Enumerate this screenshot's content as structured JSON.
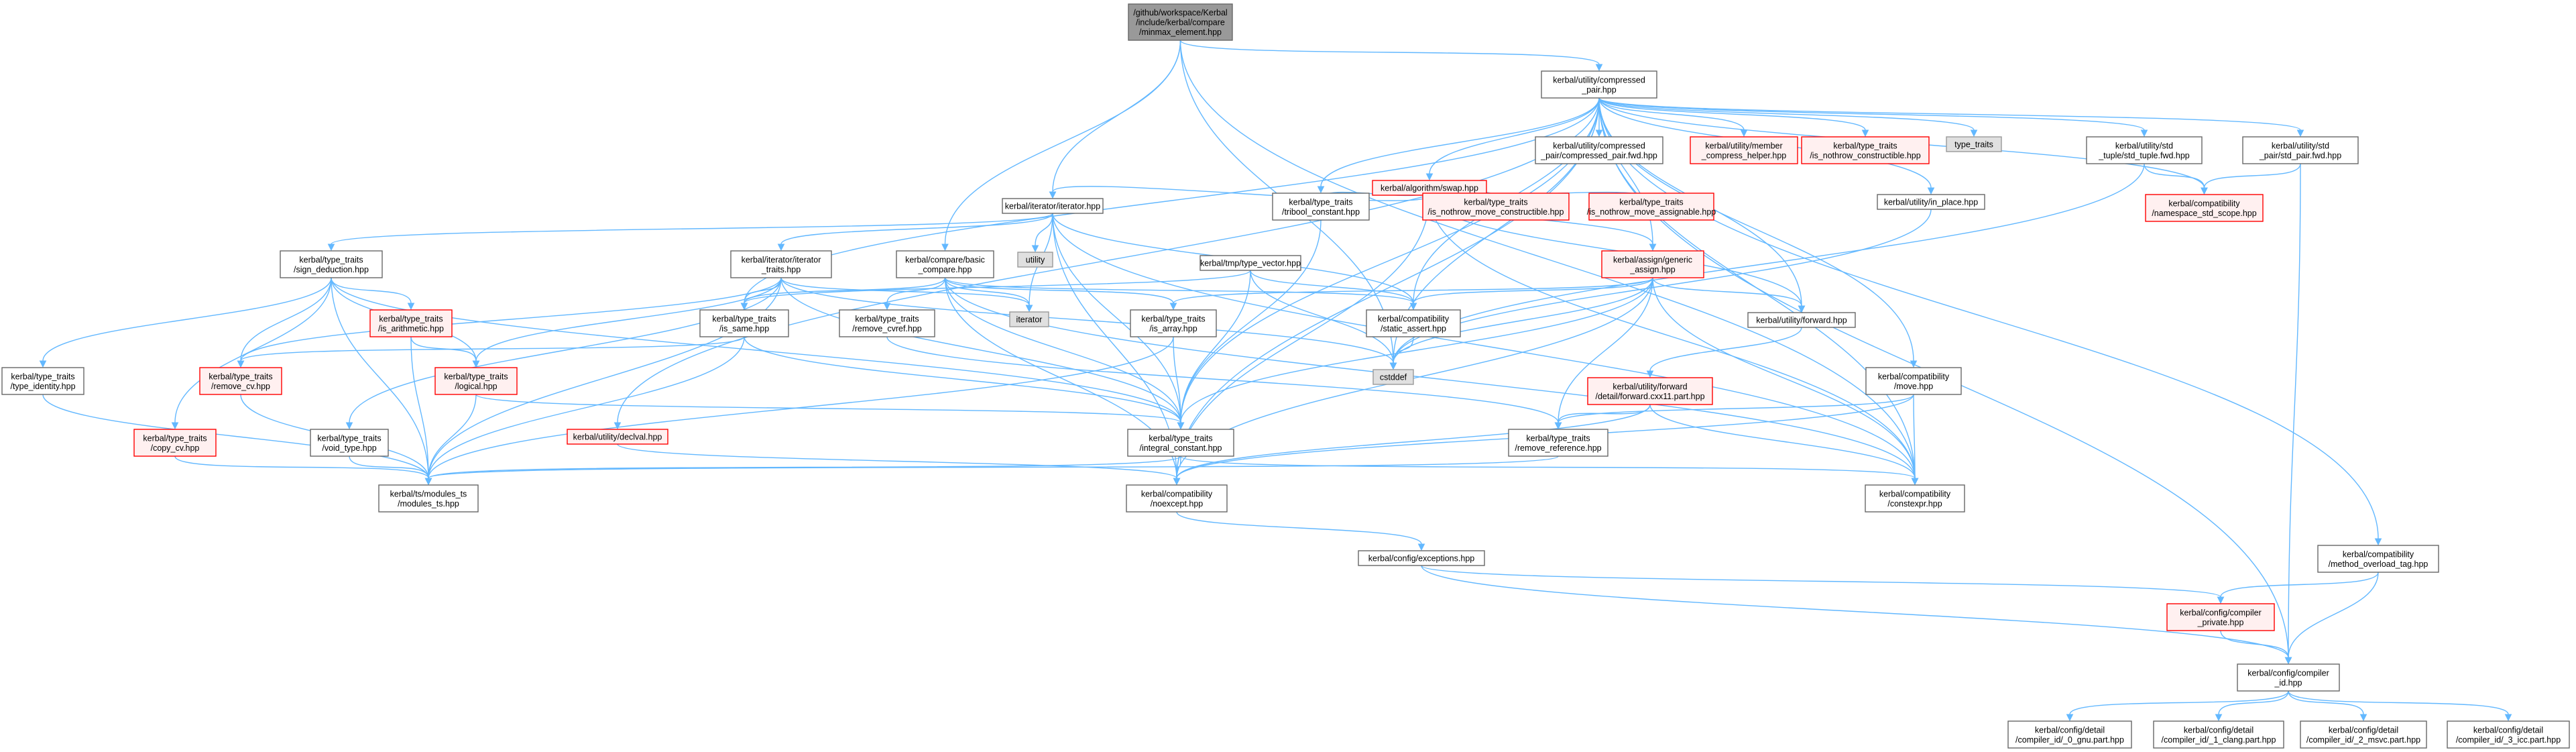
{
  "colors": {
    "edge": "#63b8ff",
    "root_fill": "#999999",
    "normal_stroke": "#666666",
    "red_stroke": "#ff0000",
    "red_fill": "#fff0f0",
    "gray_fill": "#e0e0e0",
    "gray_stroke": "#999999"
  },
  "nodes": [
    {
      "id": "root",
      "style": "root",
      "lines": [
        "/github/workspace/Kerbal",
        "/include/kerbal/compare",
        "/minmax_element.hpp"
      ]
    },
    {
      "id": "cpair",
      "style": "normal",
      "lines": [
        "kerbal/utility/compressed",
        "_pair.hpp"
      ]
    },
    {
      "id": "swap",
      "style": "red",
      "lines": [
        "kerbal/algorithm/swap.hpp"
      ]
    },
    {
      "id": "cpairfwd",
      "style": "normal",
      "lines": [
        "kerbal/utility/compressed",
        "_pair/compressed_pair.fwd.hpp"
      ]
    },
    {
      "id": "mch",
      "style": "red",
      "lines": [
        "kerbal/utility/member",
        "_compress_helper.hpp"
      ]
    },
    {
      "id": "isnothrowcons",
      "style": "red",
      "lines": [
        "kerbal/type_traits",
        "/is_nothrow_constructible.hpp"
      ]
    },
    {
      "id": "type_traits",
      "style": "gray",
      "lines": [
        "type_traits"
      ]
    },
    {
      "id": "tuplefwd",
      "style": "normal",
      "lines": [
        "kerbal/utility/std",
        "_tuple/std_tuple.fwd.hpp"
      ]
    },
    {
      "id": "pairfwd",
      "style": "normal",
      "lines": [
        "kerbal/utility/std",
        "_pair/std_pair.fwd.hpp"
      ]
    },
    {
      "id": "iterator",
      "style": "normal",
      "lines": [
        "kerbal/iterator/iterator.hpp"
      ]
    },
    {
      "id": "tribool",
      "style": "normal",
      "lines": [
        "kerbal/type_traits",
        "/tribool_constant.hpp"
      ]
    },
    {
      "id": "isnothrowmovec",
      "style": "red",
      "lines": [
        "kerbal/type_traits",
        "/is_nothrow_move_constructible.hpp"
      ]
    },
    {
      "id": "isnothrowmovea",
      "style": "red",
      "lines": [
        "kerbal/type_traits",
        "/is_nothrow_move_assignable.hpp"
      ]
    },
    {
      "id": "inplace",
      "style": "normal",
      "lines": [
        "kerbal/utility/in_place.hpp"
      ]
    },
    {
      "id": "nsscope",
      "style": "red",
      "lines": [
        "kerbal/compatibility",
        "/namespace_std_scope.hpp"
      ]
    },
    {
      "id": "signded",
      "style": "normal",
      "lines": [
        "kerbal/type_traits",
        "/sign_deduction.hpp"
      ]
    },
    {
      "id": "ittraits",
      "style": "normal",
      "lines": [
        "kerbal/iterator/iterator",
        "_traits.hpp"
      ]
    },
    {
      "id": "basiccmp",
      "style": "normal",
      "lines": [
        "kerbal/compare/basic",
        "_compare.hpp"
      ]
    },
    {
      "id": "utility",
      "style": "gray",
      "lines": [
        "utility"
      ]
    },
    {
      "id": "typevector",
      "style": "normal",
      "lines": [
        "kerbal/tmp/type_vector.hpp"
      ]
    },
    {
      "id": "genassign",
      "style": "red",
      "lines": [
        "kerbal/assign/generic",
        "_assign.hpp"
      ]
    },
    {
      "id": "isarith",
      "style": "red",
      "lines": [
        "kerbal/type_traits",
        "/is_arithmetic.hpp"
      ]
    },
    {
      "id": "issame",
      "style": "normal",
      "lines": [
        "kerbal/type_traits",
        "/is_same.hpp"
      ]
    },
    {
      "id": "removecvref",
      "style": "normal",
      "lines": [
        "kerbal/type_traits",
        "/remove_cvref.hpp"
      ]
    },
    {
      "id": "iteratorstd",
      "style": "gray",
      "lines": [
        "iterator"
      ]
    },
    {
      "id": "isarray",
      "style": "normal",
      "lines": [
        "kerbal/type_traits",
        "/is_array.hpp"
      ]
    },
    {
      "id": "staticassert",
      "style": "normal",
      "lines": [
        "kerbal/compatibility",
        "/static_assert.hpp"
      ]
    },
    {
      "id": "forward",
      "style": "normal",
      "lines": [
        "kerbal/utility/forward.hpp"
      ]
    },
    {
      "id": "typeidentity",
      "style": "normal",
      "lines": [
        "kerbal/type_traits",
        "/type_identity.hpp"
      ]
    },
    {
      "id": "removecv",
      "style": "red",
      "lines": [
        "kerbal/type_traits",
        "/remove_cv.hpp"
      ]
    },
    {
      "id": "logical",
      "style": "red",
      "lines": [
        "kerbal/type_traits",
        "/logical.hpp"
      ]
    },
    {
      "id": "cstddef",
      "style": "gray",
      "lines": [
        "cstddef"
      ]
    },
    {
      "id": "fwdcxx11",
      "style": "red",
      "lines": [
        "kerbal/utility/forward",
        "/detail/forward.cxx11.part.hpp"
      ]
    },
    {
      "id": "move",
      "style": "normal",
      "lines": [
        "kerbal/compatibility",
        "/move.hpp"
      ]
    },
    {
      "id": "copycv",
      "style": "red",
      "lines": [
        "kerbal/type_traits",
        "/copy_cv.hpp"
      ]
    },
    {
      "id": "voidtype",
      "style": "normal",
      "lines": [
        "kerbal/type_traits",
        "/void_type.hpp"
      ]
    },
    {
      "id": "declval",
      "style": "red",
      "lines": [
        "kerbal/utility/declval.hpp"
      ]
    },
    {
      "id": "intconst",
      "style": "normal",
      "lines": [
        "kerbal/type_traits",
        "/integral_constant.hpp"
      ]
    },
    {
      "id": "removeref",
      "style": "normal",
      "lines": [
        "kerbal/type_traits",
        "/remove_reference.hpp"
      ]
    },
    {
      "id": "modulests",
      "style": "normal",
      "lines": [
        "kerbal/ts/modules_ts",
        "/modules_ts.hpp"
      ]
    },
    {
      "id": "noexcept",
      "style": "normal",
      "lines": [
        "kerbal/compatibility",
        "/noexcept.hpp"
      ]
    },
    {
      "id": "constexpr",
      "style": "normal",
      "lines": [
        "kerbal/compatibility",
        "/constexpr.hpp"
      ]
    },
    {
      "id": "exceptions",
      "style": "normal",
      "lines": [
        "kerbal/config/exceptions.hpp"
      ]
    },
    {
      "id": "methodoverload",
      "style": "normal",
      "lines": [
        "kerbal/compatibility",
        "/method_overload_tag.hpp"
      ]
    },
    {
      "id": "compilerpriv",
      "style": "red",
      "lines": [
        "kerbal/config/compiler",
        "_private.hpp"
      ]
    },
    {
      "id": "compilerid",
      "style": "normal",
      "lines": [
        "kerbal/config/compiler",
        "_id.hpp"
      ]
    },
    {
      "id": "cid0",
      "style": "normal",
      "lines": [
        "kerbal/config/detail",
        "/compiler_id/_0_gnu.part.hpp"
      ]
    },
    {
      "id": "cid1",
      "style": "normal",
      "lines": [
        "kerbal/config/detail",
        "/compiler_id/_1_clang.part.hpp"
      ]
    },
    {
      "id": "cid2",
      "style": "normal",
      "lines": [
        "kerbal/config/detail",
        "/compiler_id/_2_msvc.part.hpp"
      ]
    },
    {
      "id": "cid3",
      "style": "normal",
      "lines": [
        "kerbal/config/detail",
        "/compiler_id/_3_icc.part.hpp"
      ]
    }
  ],
  "edges": [
    [
      "root",
      "cpair"
    ],
    [
      "root",
      "basiccmp"
    ],
    [
      "root",
      "iterator"
    ],
    [
      "root",
      "cstddef"
    ],
    [
      "root",
      "constexpr"
    ],
    [
      "cpair",
      "swap"
    ],
    [
      "cpair",
      "cpairfwd"
    ],
    [
      "cpair",
      "mch"
    ],
    [
      "cpair",
      "isnothrowcons"
    ],
    [
      "cpair",
      "type_traits"
    ],
    [
      "cpair",
      "tuplefwd"
    ],
    [
      "cpair",
      "pairfwd"
    ],
    [
      "cpair",
      "tribool"
    ],
    [
      "cpair",
      "issame"
    ],
    [
      "cpair",
      "staticassert"
    ],
    [
      "cpair",
      "forward"
    ],
    [
      "cpair",
      "inplace"
    ],
    [
      "cpair",
      "nsscope"
    ],
    [
      "cpair",
      "move"
    ],
    [
      "cpair",
      "noexcept"
    ],
    [
      "cpair",
      "constexpr"
    ],
    [
      "cpair",
      "declval"
    ],
    [
      "cpair",
      "methodoverload"
    ],
    [
      "cpair",
      "compilerid"
    ],
    [
      "cpair",
      "intconst"
    ],
    [
      "cpair",
      "cstddef"
    ],
    [
      "cpair",
      "genassign"
    ],
    [
      "swap",
      "iterator"
    ],
    [
      "swap",
      "tribool"
    ],
    [
      "swap",
      "isnothrowmovec"
    ],
    [
      "swap",
      "isnothrowmovea"
    ],
    [
      "swap",
      "genassign"
    ],
    [
      "swap",
      "noexcept"
    ],
    [
      "swap",
      "constexpr"
    ],
    [
      "swap",
      "forward"
    ],
    [
      "tuplefwd",
      "nsscope"
    ],
    [
      "tuplefwd",
      "cstddef"
    ],
    [
      "pairfwd",
      "nsscope"
    ],
    [
      "pairfwd",
      "compilerid"
    ],
    [
      "iterator",
      "signded"
    ],
    [
      "iterator",
      "ittraits"
    ],
    [
      "iterator",
      "utility"
    ],
    [
      "iterator",
      "iteratorstd"
    ],
    [
      "iterator",
      "intconst"
    ],
    [
      "iterator",
      "staticassert"
    ],
    [
      "iterator",
      "noexcept"
    ],
    [
      "iterator",
      "constexpr"
    ],
    [
      "tribool",
      "intconst"
    ],
    [
      "inplace",
      "cstddef"
    ],
    [
      "signded",
      "typeidentity"
    ],
    [
      "signded",
      "isarith"
    ],
    [
      "signded",
      "removecv"
    ],
    [
      "signded",
      "logical"
    ],
    [
      "signded",
      "intconst"
    ],
    [
      "signded",
      "modulests"
    ],
    [
      "signded",
      "copycv"
    ],
    [
      "ittraits",
      "issame"
    ],
    [
      "ittraits",
      "removecv"
    ],
    [
      "ittraits",
      "logical"
    ],
    [
      "ittraits",
      "voidtype"
    ],
    [
      "ittraits",
      "iteratorstd"
    ],
    [
      "ittraits",
      "intconst"
    ],
    [
      "ittraits",
      "cstddef"
    ],
    [
      "ittraits",
      "modulests"
    ],
    [
      "basiccmp",
      "issame"
    ],
    [
      "basiccmp",
      "removecvref"
    ],
    [
      "basiccmp",
      "iteratorstd"
    ],
    [
      "basiccmp",
      "isarray"
    ],
    [
      "basiccmp",
      "staticassert"
    ],
    [
      "basiccmp",
      "noexcept"
    ],
    [
      "basiccmp",
      "constexpr"
    ],
    [
      "basiccmp",
      "intconst"
    ],
    [
      "typevector",
      "staticassert"
    ],
    [
      "typevector",
      "cstddef"
    ],
    [
      "typevector",
      "intconst"
    ],
    [
      "typevector",
      "issame"
    ],
    [
      "genassign",
      "isarray"
    ],
    [
      "genassign",
      "staticassert"
    ],
    [
      "genassign",
      "forward"
    ],
    [
      "genassign",
      "cstddef"
    ],
    [
      "genassign",
      "removeref"
    ],
    [
      "genassign",
      "noexcept"
    ],
    [
      "genassign",
      "constexpr"
    ],
    [
      "genassign",
      "intconst"
    ],
    [
      "isarith",
      "logical"
    ],
    [
      "isarith",
      "modulests"
    ],
    [
      "issame",
      "intconst"
    ],
    [
      "issame",
      "modulests"
    ],
    [
      "issame",
      "removecv"
    ],
    [
      "removecvref",
      "removeref"
    ],
    [
      "isarray",
      "intconst"
    ],
    [
      "isarray",
      "modulests"
    ],
    [
      "staticassert",
      "cstddef"
    ],
    [
      "forward",
      "fwdcxx11"
    ],
    [
      "fwdcxx11",
      "removeref"
    ],
    [
      "fwdcxx11",
      "noexcept"
    ],
    [
      "fwdcxx11",
      "constexpr"
    ],
    [
      "move",
      "removeref"
    ],
    [
      "move",
      "noexcept"
    ],
    [
      "move",
      "constexpr"
    ],
    [
      "typeidentity",
      "modulests"
    ],
    [
      "removecv",
      "modulests"
    ],
    [
      "logical",
      "modulests"
    ],
    [
      "logical",
      "intconst"
    ],
    [
      "copycv",
      "modulests"
    ],
    [
      "voidtype",
      "modulests"
    ],
    [
      "declval",
      "noexcept"
    ],
    [
      "intconst",
      "modulests"
    ],
    [
      "intconst",
      "noexcept"
    ],
    [
      "intconst",
      "constexpr"
    ],
    [
      "removeref",
      "modulests"
    ],
    [
      "noexcept",
      "exceptions"
    ],
    [
      "exceptions",
      "compilerpriv"
    ],
    [
      "exceptions",
      "compilerid"
    ],
    [
      "methodoverload",
      "compilerpriv"
    ],
    [
      "methodoverload",
      "compilerid"
    ],
    [
      "compilerpriv",
      "compilerid"
    ],
    [
      "compilerid",
      "cid0"
    ],
    [
      "compilerid",
      "cid1"
    ],
    [
      "compilerid",
      "cid2"
    ],
    [
      "compilerid",
      "cid3"
    ]
  ]
}
